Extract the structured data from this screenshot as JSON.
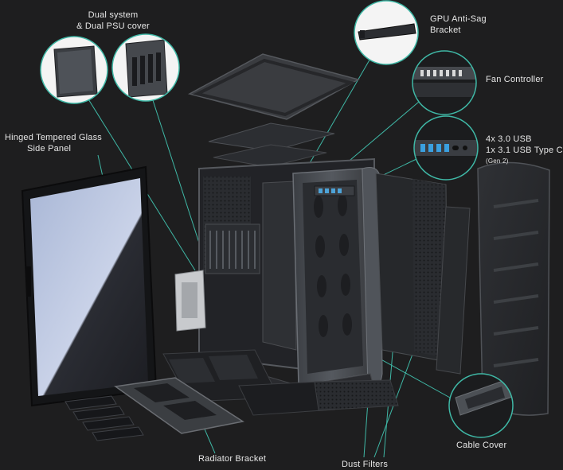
{
  "labels": {
    "dual_system": [
      "Dual system",
      "& Dual PSU cover"
    ],
    "gpu_bracket": [
      "GPU Anti-Sag",
      "Bracket"
    ],
    "fan_controller": "Fan Controller",
    "usb": [
      "4x 3.0 USB",
      "1x 3.1 USB Type C",
      "(Gen 2)"
    ],
    "glass_panel": [
      "Hinged Tempered Glass",
      "Side Panel"
    ],
    "cable_cover": "Cable Cover",
    "radiator_bracket": "Radiator Bracket",
    "dust_filters": "Dust Filters"
  },
  "colors": {
    "background": "#1e1e1f",
    "callout_line": "#3fb8a6",
    "label_text": "#e6e6e6",
    "case_metal": "#4a4d52",
    "glass_tint": "#aab8d8"
  }
}
